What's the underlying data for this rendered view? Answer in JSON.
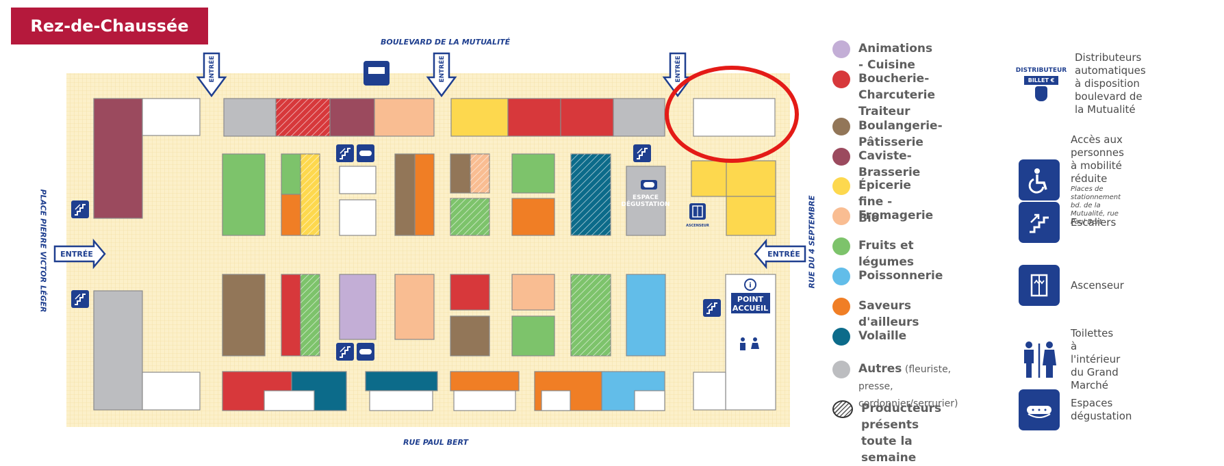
{
  "title": "Rez-de-Chaussée",
  "streets": {
    "north": "BOULEVARD DE LA MUTUALITÉ",
    "south": "RUE PAUL BERT",
    "west": "PLACE PIERRE VICTOR LÉGER",
    "east": "RUE DU 4 SEPTEMBRE"
  },
  "map": {
    "entrance_label": "ENTRÉE",
    "espace_label": [
      "ESPACE",
      "DÉGUSTATION"
    ],
    "accueil_label": [
      "POINT",
      "ACCUEIL"
    ],
    "ascenseur_label": "ASCENSEUR",
    "info_glyph": "i",
    "colors": {
      "cuisine": "#c3aed6",
      "boucherie": "#d7383b",
      "boulangerie": "#927658",
      "caviste": "#9b4a5e",
      "epicerie": "#fdd84e",
      "fromagerie": "#f9bd92",
      "fruits": "#7dc36b",
      "poissonnerie": "#62bde9",
      "saveurs": "#f07e25",
      "volaille": "#0c6b8a",
      "autres": "#bcbdc0",
      "floor": "#fcf0c9",
      "navy": "#1f3f8f",
      "highlight": "#e41b17"
    },
    "icons": {
      "entrance": "down-arrow-icon",
      "stairs": "stairs-icon",
      "tasting": "sandwich-icon",
      "elevator": "elevator-icon",
      "info": "info-icon",
      "toilets": "toilets-icon",
      "atm": "atm-icon"
    }
  },
  "legend": [
    {
      "key": "cuisine",
      "label": "Animations - Cuisine",
      "color": "#c3aed6"
    },
    {
      "key": "boucherie",
      "label": "Boucherie-Charcuterie",
      "label2": "Traiteur",
      "color": "#d7383b"
    },
    {
      "key": "boulangerie",
      "label": "Boulangerie-Pâtisserie",
      "color": "#927658"
    },
    {
      "key": "caviste",
      "label": "Caviste-Brasserie",
      "color": "#9b4a5e"
    },
    {
      "key": "epicerie",
      "label": "Épicerie fine - Bio",
      "color": "#fdd84e"
    },
    {
      "key": "fromagerie",
      "label": "Fromagerie",
      "color": "#f9bd92"
    },
    {
      "key": "fruits",
      "label": "Fruits et légumes",
      "color": "#7dc36b"
    },
    {
      "key": "poissonnerie",
      "label": "Poissonnerie",
      "color": "#62bde9"
    },
    {
      "key": "saveurs",
      "label": "Saveurs d'ailleurs",
      "color": "#f07e25"
    },
    {
      "key": "volaille",
      "label": "Volaille",
      "color": "#0c6b8a"
    },
    {
      "key": "autres",
      "label": "Autres",
      "sub": "(fleuriste, presse,",
      "sub2": "cordonnier/serrurier)",
      "color": "#bcbdc0"
    },
    {
      "key": "producteurs",
      "label": "Producteurs présents",
      "label2": "toute la semaine",
      "color": "hatch"
    }
  ],
  "services": [
    {
      "key": "atm",
      "icon": "atm-icon",
      "icon_text1": "DISTRIBUTEUR",
      "icon_text2": "BILLET €",
      "lines": [
        "Distributeurs",
        "automatiques",
        "à disposition",
        "boulevard de",
        "la Mutualité"
      ]
    },
    {
      "key": "pmr",
      "icon": "wheelchair-icon",
      "lines": [
        "Accès aux personnes",
        "à mobilité réduite"
      ],
      "sub": [
        "Places de stationnement",
        "bd. de la Mutualité, rue Paul Bert"
      ]
    },
    {
      "key": "stairs",
      "icon": "stairs-icon",
      "lines": [
        "Escaliers"
      ]
    },
    {
      "key": "elevator",
      "icon": "elevator-icon",
      "lines": [
        "Ascenseur"
      ]
    },
    {
      "key": "toilets",
      "icon": "toilets-icon",
      "lines": [
        "Toilettes à l'intérieur",
        "du Grand Marché"
      ]
    },
    {
      "key": "tasting",
      "icon": "sandwich-icon",
      "lines": [
        "Espaces",
        "dégustation"
      ]
    }
  ]
}
